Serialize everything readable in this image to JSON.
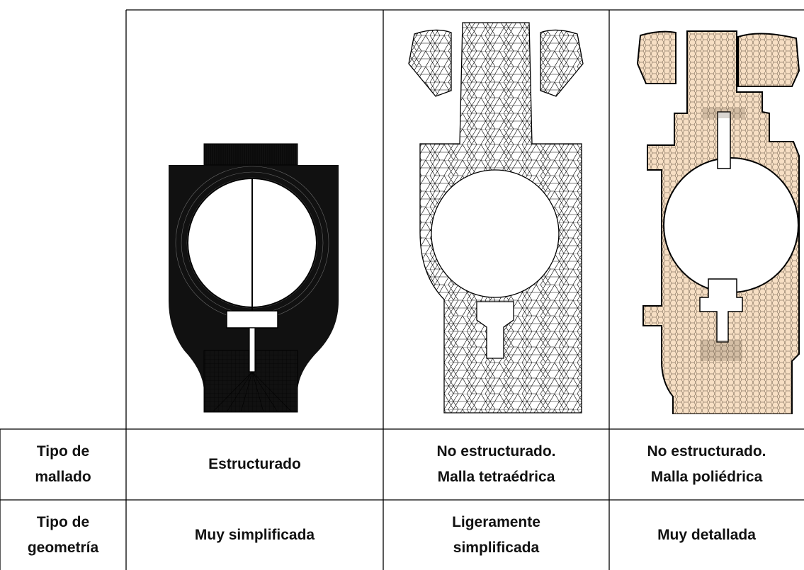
{
  "table": {
    "rows": [
      {
        "header": [
          "Tipo de",
          "mallado"
        ],
        "cells": [
          [
            "Estructurado"
          ],
          [
            "No estructurado.",
            "Malla tetraédrica"
          ],
          [
            "No estructurado.",
            "Malla poliédrica"
          ]
        ]
      },
      {
        "header": [
          "Tipo de",
          "geometría"
        ],
        "cells": [
          [
            "Muy simplificada"
          ],
          [
            "Ligeramente",
            "simplificada"
          ],
          [
            "Muy detallada"
          ]
        ]
      }
    ]
  },
  "images": [
    {
      "name": "structured-mesh-image",
      "fill": "#ffffff",
      "stroke": "#000000"
    },
    {
      "name": "tetrahedral-mesh-image",
      "fill": "#ffffff",
      "stroke": "#000000"
    },
    {
      "name": "polyhedral-mesh-image",
      "fill": "#f7dfc4",
      "stroke": "#000000"
    }
  ]
}
